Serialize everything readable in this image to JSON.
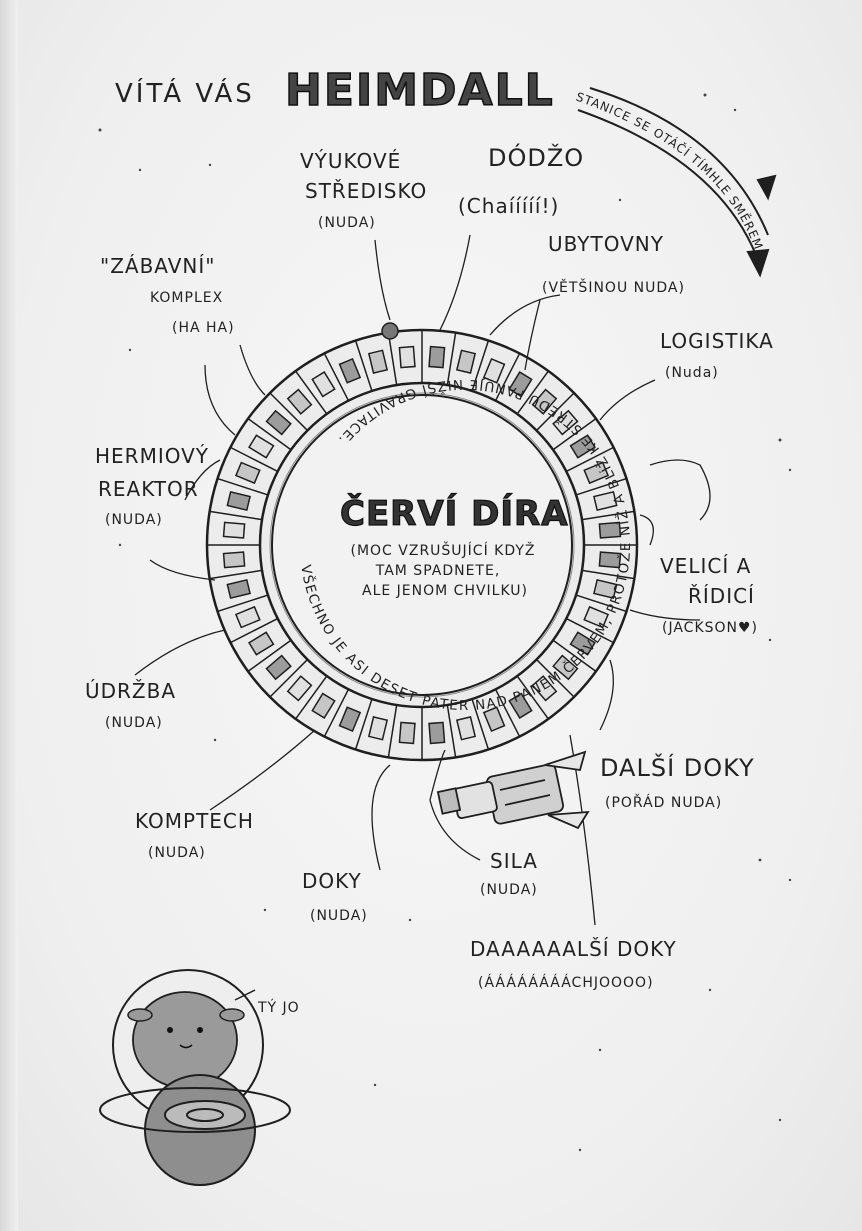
{
  "title": {
    "welcome": "VÍTÁ VÁS",
    "name": "HEIMDALL"
  },
  "rotation_note": "STANICE SE OTÁČÍ TÍMHLE SMĚREM",
  "center": {
    "title": "ČERVÍ DÍRA",
    "note_line1": "(MOC VZRUŠUJÍCÍ KDYŽ",
    "note_line2": "TAM SPADNETE,",
    "note_line3": "ALE JENOM CHVILKU)"
  },
  "ring_text": "VŠECHNO JE ASI DESET PATER NAD PANEM ČERVEM, PROTOŽE NÍŽ A BLÍŽ KE STŘEDU PANUJE NIŽŠÍ GRAVITACE.",
  "labels": {
    "vyukove_l1": "VÝUKOVÉ",
    "vyukove_l2": "STŘEDISKO",
    "vyukove_l3": "(NUDA)",
    "dodzo_l1": "DÓDŽO",
    "dodzo_l2": "(Chaííííí!)",
    "ubytovny_l1": "UBYTOVNY",
    "ubytovny_l2": "(VĚTŠINOU NUDA)",
    "zabavni_l1": "\"ZÁBAVNÍ\"",
    "zabavni_l2": "KOMPLEX",
    "zabavni_l3": "(HA HA)",
    "logistika_l1": "LOGISTIKA",
    "logistika_l2": "(Nuda)",
    "hermiovy_l1": "HERMIOVÝ",
    "hermiovy_l2": "REAKTOR",
    "hermiovy_l3": "(NUDA)",
    "velici_l1": "VELICÍ A",
    "velici_l2": "ŘÍDICÍ",
    "velici_l3": "(JACKSON♥)",
    "udrzba_l1": "ÚDRŽBA",
    "udrzba_l2": "(NUDA)",
    "dalsi_l1": "DALŠÍ DOKY",
    "dalsi_l2": "(POŘÁD NUDA)",
    "komptech_l1": "KOMPTECH",
    "komptech_l2": "(NUDA)",
    "sila_l1": "SILA",
    "sila_l2": "(NUDA)",
    "doky_l1": "DOKY",
    "doky_l2": "(NUDA)",
    "daaa_l1": "DAAAAAALŠÍ DOKY",
    "daaa_l2": "(ÁÁÁÁÁÁÁÁCHJOOOO)"
  },
  "creature_speech": "TÝ JO",
  "icons": [
    "station-ring",
    "spaceship-icon",
    "rotation-arrow-icon",
    "alien-creature-icon",
    "planet-icon",
    "star-dot-icon"
  ],
  "colors": {
    "ink": "#1f1f1f",
    "paper": "#f4f4f4",
    "shade": "#bdbdbd"
  }
}
